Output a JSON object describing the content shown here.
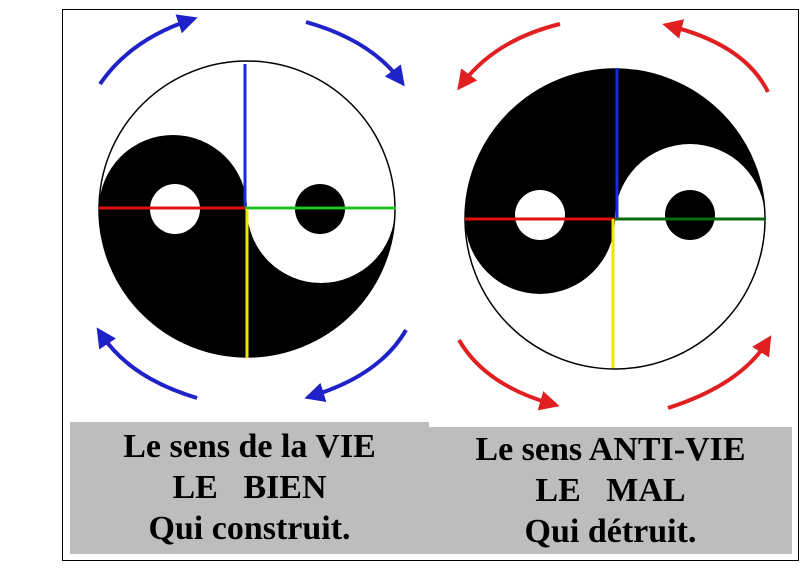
{
  "colors": {
    "background": "#ffffff",
    "ink": "#000000",
    "caption_bg": "#bdbdbd",
    "arrow_left": "#1f22c8",
    "arrow_right": "#e02020",
    "axis_up": "#1a2cd6",
    "axis_left": "#e01010",
    "axis_right_light": "#22c020",
    "axis_right_dark": "#0b6a0b",
    "axis_down": "#f2e600"
  },
  "left_panel": {
    "arrow_direction": "clockwise",
    "caption": {
      "line1": "Le sens de la VIE",
      "line2": "LE   BIEN",
      "line3": "Qui construit."
    }
  },
  "right_panel": {
    "arrow_direction": "counterclockwise",
    "caption": {
      "line1": "Le sens ANTI-VIE",
      "line2": "LE   MAL",
      "line3": "Qui détruit."
    }
  }
}
